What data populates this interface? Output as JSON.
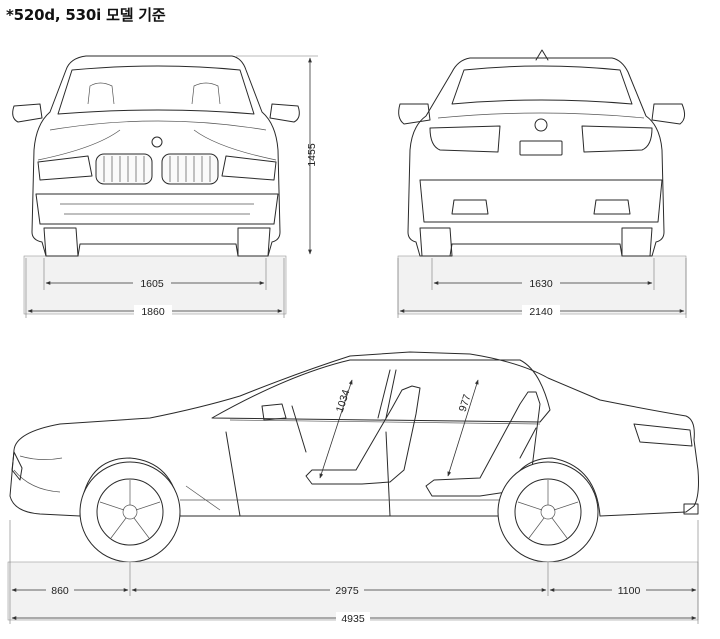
{
  "title": "*520d, 530i 모델 기준",
  "dimensions": {
    "front_height": "1455",
    "front_track": "1605",
    "front_width": "1860",
    "rear_track": "1630",
    "rear_width_mirrors": "2140",
    "front_legroom": "1034",
    "rear_legroom": "977",
    "front_overhang": "860",
    "wheelbase": "2975",
    "rear_overhang": "1100",
    "overall_length": "4935"
  }
}
